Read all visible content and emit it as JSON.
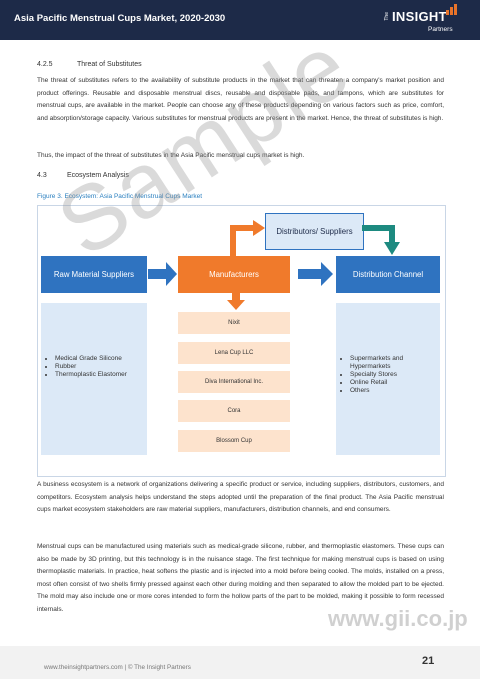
{
  "header": {
    "title": "Asia Pacific Menstrual Cups Market, 2020-2030"
  },
  "logo": {
    "the": "The",
    "main": "INSIGHT",
    "sub": "Partners"
  },
  "section_425": {
    "number": "4.2.5",
    "title": "Threat of Substitutes"
  },
  "para1": "The threat of substitutes refers to the availability of substitute products in the market that can threaten a company's market position and product offerings. Reusable and disposable menstrual discs, reusable and disposable pads, and tampons, which are substitutes for menstrual cups, are available in the market. People can choose any of these products depending on various factors such as price, comfort, and absorption/storage capacity. Various substitutes for menstrual products are present in the market. Hence, the threat of substitutes is high.",
  "para2": "Thus, the impact of the threat of substitutes in the Asia Pacific menstrual cups market is high.",
  "section_43": {
    "number": "4.3",
    "title": "Ecosystem Analysis"
  },
  "figure": {
    "caption": "Figure 3.    Ecosystem: Asia Pacific Menstrual Cups Market",
    "raw_material": {
      "title": "Raw Material Suppliers",
      "items": [
        "Medical Grade Silicone",
        "Rubber",
        "Thermoplastic Elastomer"
      ]
    },
    "distributors": {
      "title": "Distributors/ Suppliers"
    },
    "manufacturers": {
      "title": "Manufacturers",
      "items": [
        "Nixit",
        "Lena Cup LLC",
        "Diva International Inc.",
        "Cora",
        "Blossom Cup"
      ]
    },
    "distribution": {
      "title": "Distribution Channel",
      "items": [
        "Supermarkets and Hypermarkets",
        "Specialty Stores",
        "Online Retail",
        "Others"
      ]
    }
  },
  "para3": "A business ecosystem is a network of organizations delivering a specific product or service, including suppliers, distributors, customers, and competitors. Ecosystem analysis helps understand the steps adopted until the preparation of the final product. The Asia Pacific menstrual cups market ecosystem stakeholders are raw material suppliers, manufacturers, distribution channels, and end consumers.",
  "para4": "Menstrual cups can be manufactured using materials such as medical-grade silicone, rubber, and thermoplastic elastomers. These cups can also be made by 3D printing, but this technology is in the nuisance stage. The first technique for making menstrual cups is based on using thermoplastic materials. In practice, heat softens the plastic and is injected into a mold before being cooled. The molds, installed on a press, most often consist of two shells firmly pressed against each other during molding and then separated to allow the molded part to be ejected. The mold may also include one or more cores intended to form the hollow parts of the part to be molded, making it possible to form recessed internals.",
  "watermark": "Sample",
  "url_watermark": "www.gii.co.jp",
  "footer": {
    "text": "www.theinsightpartners.com    |    © The Insight Partners",
    "page": "21"
  },
  "colors": {
    "navy": "#1d2a48",
    "blue": "#2f73c0",
    "orange": "#f07a2b",
    "light_blue": "#dce9f7",
    "light_orange": "#fde3cd",
    "teal_arrow": "#1d8a80"
  }
}
